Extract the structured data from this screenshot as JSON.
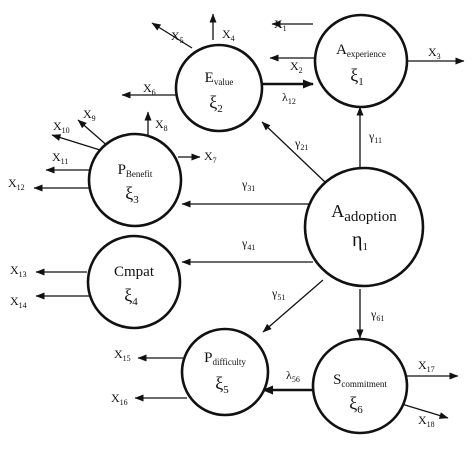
{
  "nodes": {
    "experience": {
      "main": "A",
      "sub": "experience",
      "greek": "ξ",
      "greek_sub": "1"
    },
    "value": {
      "main": "E",
      "sub": "value",
      "greek": "ξ",
      "greek_sub": "2"
    },
    "benefit": {
      "main": "P",
      "sub": "Benefit",
      "greek": "ξ",
      "greek_sub": "3"
    },
    "compat": {
      "main": "Cmpat",
      "sub": "",
      "greek": "ξ",
      "greek_sub": "4"
    },
    "difficulty": {
      "main": "P",
      "sub": "difficulty",
      "greek": "ξ",
      "greek_sub": "5"
    },
    "commitment": {
      "main": "S",
      "sub": "commitment",
      "greek": "ξ",
      "greek_sub": "6"
    },
    "adoption": {
      "main": "A",
      "sub": "adoption",
      "greek": "η",
      "greek_sub": "1"
    }
  },
  "indicators": {
    "x1": {
      "main": "X",
      "sub": "1"
    },
    "x2": {
      "main": "X",
      "sub": "2"
    },
    "x3": {
      "main": "X",
      "sub": "3"
    },
    "x4": {
      "main": "X",
      "sub": "4"
    },
    "x5": {
      "main": "X",
      "sub": "5"
    },
    "x6": {
      "main": "X",
      "sub": "6"
    },
    "x7": {
      "main": "X",
      "sub": "7"
    },
    "x8": {
      "main": "X",
      "sub": "8"
    },
    "x9": {
      "main": "X",
      "sub": "9"
    },
    "x10": {
      "main": "X",
      "sub": "10"
    },
    "x11": {
      "main": "X",
      "sub": "11"
    },
    "x12": {
      "main": "X",
      "sub": "12"
    },
    "x13": {
      "main": "X",
      "sub": "13"
    },
    "x14": {
      "main": "X",
      "sub": "14"
    },
    "x15": {
      "main": "X",
      "sub": "15"
    },
    "x16": {
      "main": "X",
      "sub": "16"
    },
    "x17": {
      "main": "X",
      "sub": "17"
    },
    "x18": {
      "main": "X",
      "sub": "18"
    }
  },
  "coefficients": {
    "gamma11": {
      "main": "γ",
      "sub": "11"
    },
    "gamma21": {
      "main": "γ",
      "sub": "21"
    },
    "gamma31": {
      "main": "γ",
      "sub": "31"
    },
    "gamma41": {
      "main": "γ",
      "sub": "41"
    },
    "gamma51": {
      "main": "γ",
      "sub": "51"
    },
    "gamma61": {
      "main": "γ",
      "sub": "61"
    },
    "lambda12": {
      "main": "λ",
      "sub": "12"
    },
    "lambda56": {
      "main": "λ",
      "sub": "56"
    }
  }
}
